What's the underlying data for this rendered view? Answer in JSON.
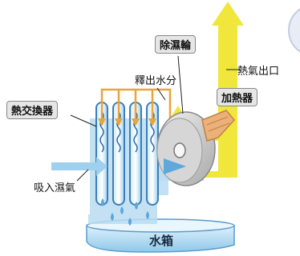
{
  "labels": {
    "heat_exchanger": "熱交換器",
    "desiccant_wheel": "除濕輪",
    "heater": "加熱器",
    "release_water": "釋出水分",
    "hot_air_outlet": "熱氣出口",
    "humid_air_inlet": "吸入濕氣",
    "water_tank": "水箱"
  }
}
